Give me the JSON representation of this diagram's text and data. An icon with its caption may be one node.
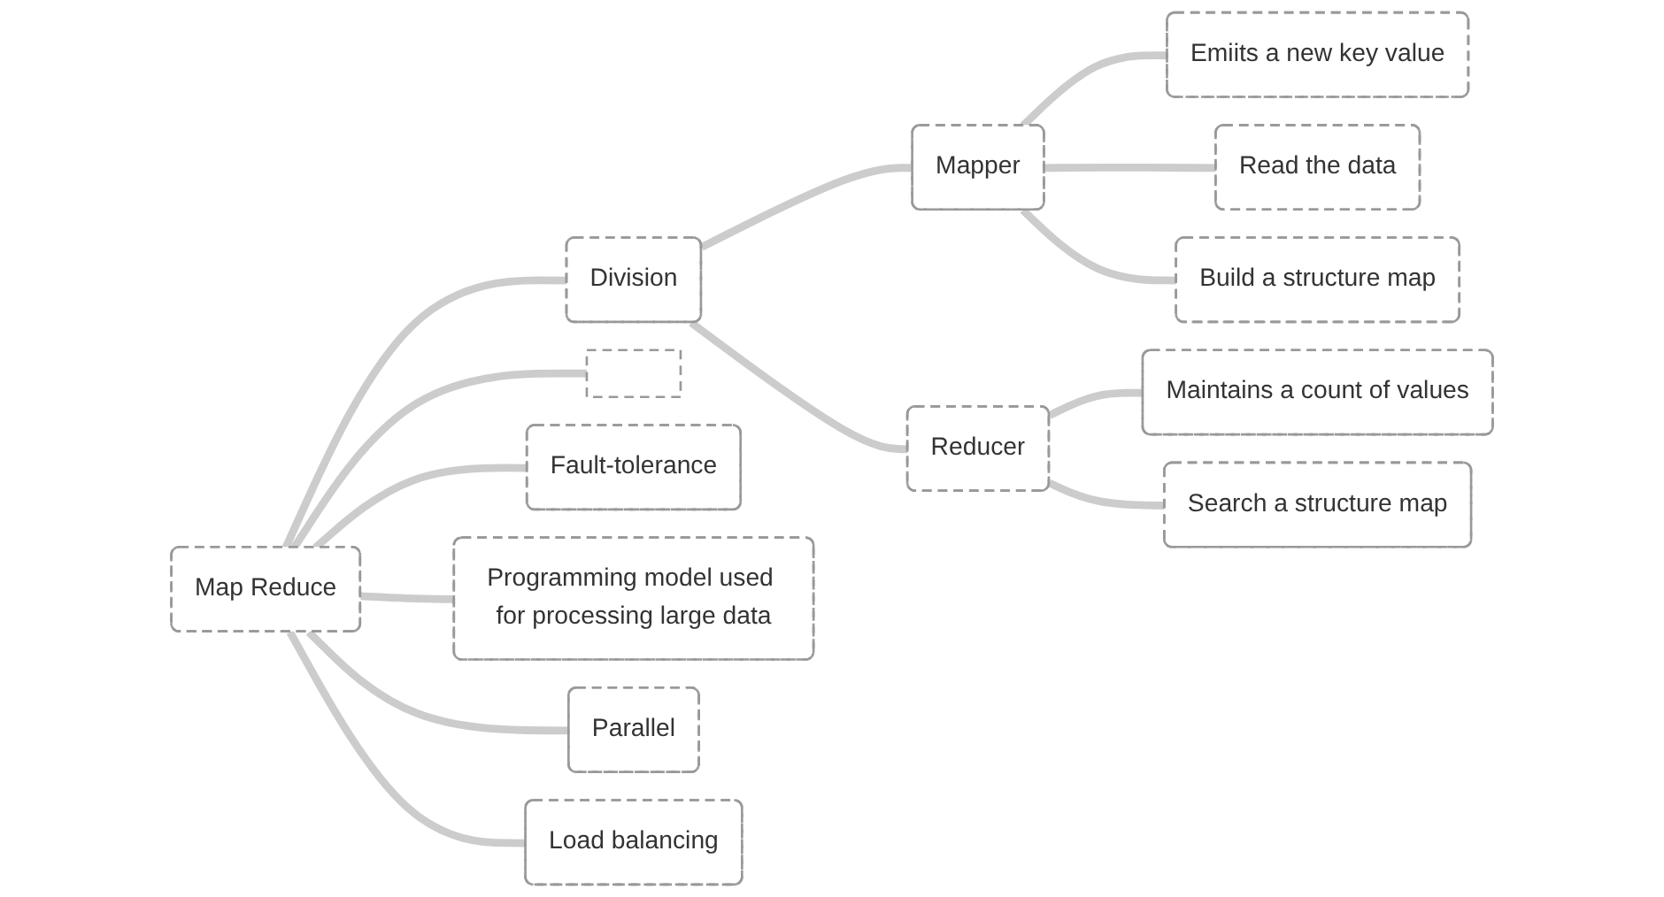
{
  "diagram": {
    "nodes": [
      {
        "text": [
          "Map Reduce"
        ]
      },
      {
        "text": [
          "Division"
        ]
      },
      {
        "text": [
          "Mapper"
        ]
      },
      {
        "text": [
          "Emiits a new key value"
        ]
      },
      {
        "text": [
          "Read the data"
        ]
      },
      {
        "text": [
          "Build a structure map"
        ]
      },
      {
        "text": [
          "Reducer"
        ]
      },
      {
        "text": [
          "Maintains a count of values"
        ]
      },
      {
        "text": [
          "Search a structure map"
        ]
      },
      {
        "text": [],
        "shape": "box"
      },
      {
        "text": [
          "Fault-tolerance"
        ]
      },
      {
        "text": [
          "Programming model used for processing large data"
        ]
      },
      {
        "text": [
          "Parallel"
        ]
      },
      {
        "text": [
          "Load balancing"
        ]
      }
    ],
    "edges": [
      {
        "from": 0,
        "to": 1,
        "arrow": "none"
      },
      {
        "from": 1,
        "to": 2,
        "arrow": "none"
      },
      {
        "from": 2,
        "to": 3,
        "arrow": "none"
      },
      {
        "from": 2,
        "to": 4,
        "arrow": "none"
      },
      {
        "from": 2,
        "to": 5,
        "arrow": "none"
      },
      {
        "from": 1,
        "to": 6,
        "arrow": "none"
      },
      {
        "from": 6,
        "to": 7,
        "arrow": "none"
      },
      {
        "from": 6,
        "to": 8,
        "arrow": "none"
      },
      {
        "from": 0,
        "to": 9,
        "arrow": "none"
      },
      {
        "from": 0,
        "to": 10,
        "arrow": "none"
      },
      {
        "from": 0,
        "to": 11,
        "arrow": "none"
      },
      {
        "from": 0,
        "to": 12,
        "arrow": "none"
      },
      {
        "from": 0,
        "to": 13,
        "arrow": "none"
      }
    ]
  }
}
